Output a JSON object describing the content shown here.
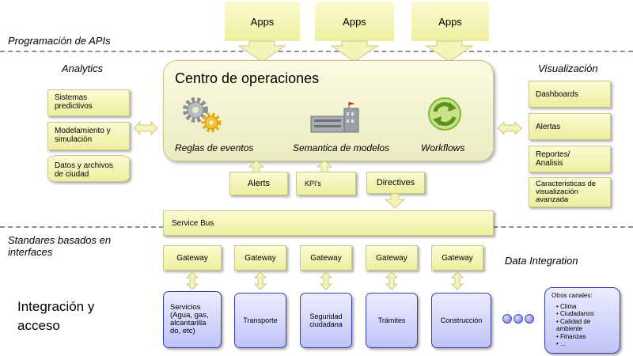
{
  "apps": [
    "Apps",
    "Apps",
    "Apps"
  ],
  "layer_labels": {
    "apis": "Programación de  APIs",
    "analytics": "Analytics",
    "visualizacion": "Visualización",
    "standards": "Standares basados en interfaces",
    "data_integration": "Data Integration",
    "integration": "Integración y acceso"
  },
  "center": {
    "title": "Centro de operaciones",
    "items": [
      "Reglas de eventos",
      "Semantica de modelos",
      "Workflows"
    ]
  },
  "analytics_items": [
    "Sistemas predictivos",
    "Modelamiento y simulación",
    "Datos y archivos de ciudad"
  ],
  "visualization_items": [
    "Dashboards",
    "Alertas",
    "Reportes/ Analisis",
    "Caracteristicas de visualización avanzada"
  ],
  "bottom_center": [
    "Alerts",
    "KPI's",
    "Directives"
  ],
  "service_bus": "Service Bus",
  "gateway_label": "Gateway",
  "services": [
    "Servicios (Agua, gas, alcantarilla do, etc)",
    "Transporte",
    "Seguridad ciudadana",
    "Trámites",
    "Construcción"
  ],
  "otros": {
    "title": "Otros canales:",
    "items": [
      "Clima",
      "Ciudadanos",
      "Calidad de ambiente",
      "Finanzas",
      "..."
    ]
  },
  "colors": {
    "yellow": "#f4f4b8",
    "blue": "#c9ccfa",
    "dash": "#8e8e8e"
  }
}
